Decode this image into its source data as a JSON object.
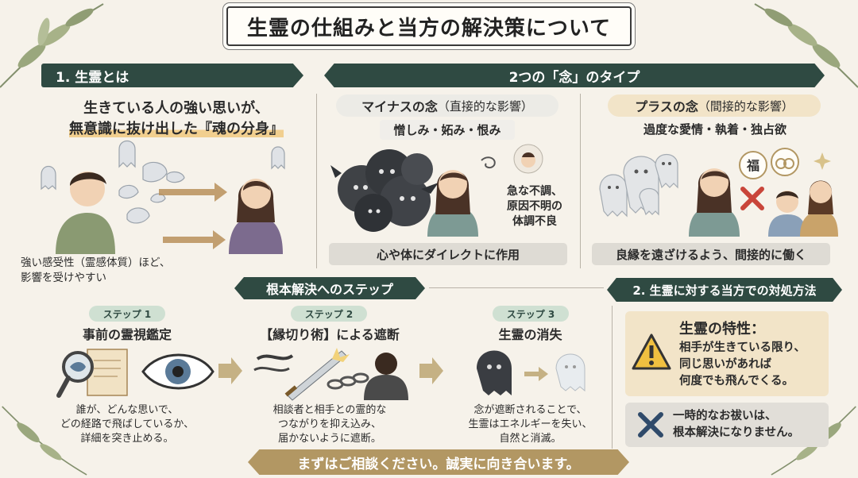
{
  "title": "生霊の仕組みと当方の解決策について",
  "section1": {
    "header": "1. 生霊とは",
    "line1": "生きている人の強い思いが、",
    "line2_prefix": "無意識に抜け出した",
    "line2_highlight": "『魂の分身』",
    "note_line1": "強い感受性（霊感体質）ほど、",
    "note_line2": "影響を受けやすい"
  },
  "section2": {
    "header": "2つの「念」のタイプ",
    "minus": {
      "title": "マイナスの念",
      "title_sub": "（直接的な影響）",
      "keywords": "憎しみ・妬み・恨み",
      "side_note_1": "急な不調、",
      "side_note_2": "原因不明の",
      "side_note_3": "体調不良",
      "effect": "心や体にダイレクトに作用"
    },
    "plus": {
      "title": "プラスの念",
      "title_sub": "（間接的な影響）",
      "keywords": "過度な愛情・執着・独占欲",
      "fuku_glyph": "福",
      "effect": "良縁を遠ざけるよう、間接的に働く"
    }
  },
  "steps": {
    "header": "根本解決へのステップ",
    "items": [
      {
        "badge": "ステップ 1",
        "title": "事前の霊視鑑定",
        "desc_1": "誰が、どんな思いで、",
        "desc_2": "どの経路で飛ばしているか、",
        "desc_3": "詳細を突き止める。"
      },
      {
        "badge": "ステップ 2",
        "title": "【縁切り術】による遮断",
        "desc_1": "相談者と相手との霊的な",
        "desc_2": "つながりを抑え込み、",
        "desc_3": "届かないように遮断。"
      },
      {
        "badge": "ステップ 3",
        "title": "生霊の消失",
        "desc_1": "念が遮断されることで、",
        "desc_2": "生霊はエネルギーを失い、",
        "desc_3": "自然と消滅。"
      }
    ]
  },
  "section4": {
    "header": "2. 生霊に対する当方での対処方法",
    "trait_title": "生霊の特性：",
    "trait_1": "相手が生きている限り、",
    "trait_2": "同じ思いがあれば",
    "trait_3": "何度でも飛んでくる。",
    "warn_1": "一時的なお祓いは、",
    "warn_2": "根本解決になりません。"
  },
  "banner": "まずはご相談ください。誠実に向き合います。",
  "colors": {
    "header_green": "#2f4a42",
    "gold": "#b29763",
    "highlight": "#f1cf8f",
    "trait_bg": "#f2e4c8",
    "warn_red": "#c9453a"
  }
}
